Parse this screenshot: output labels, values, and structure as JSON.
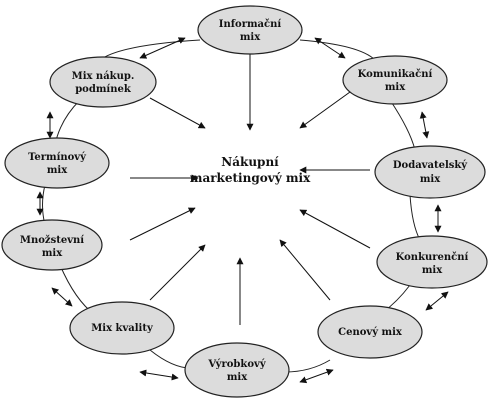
{
  "center": {
    "line1": "Nákupní",
    "line2": "marketingový mix"
  },
  "nodes": [
    {
      "id": "informacni",
      "line1": "Informační",
      "line2": "mix"
    },
    {
      "id": "komunikacni",
      "line1": "Komunikační",
      "line2": "mix"
    },
    {
      "id": "dodavatelsky",
      "line1": "Dodavatelský",
      "line2": "mix"
    },
    {
      "id": "konkurencni",
      "line1": "Konkurenční",
      "line2": "mix"
    },
    {
      "id": "cenovy",
      "line1": "Cenový mix",
      "line2": ""
    },
    {
      "id": "vyrobkovy",
      "line1": "Výrobkový",
      "line2": "mix"
    },
    {
      "id": "kvality",
      "line1": "Mix kvality",
      "line2": ""
    },
    {
      "id": "mnozstevni",
      "line1": "Množstevní",
      "line2": "mix"
    },
    {
      "id": "terminovy",
      "line1": "Termínový",
      "line2": "mix"
    },
    {
      "id": "nakup",
      "line1": "Mix nákup.",
      "line2": "podmínek"
    }
  ],
  "colors": {
    "node_fill": "#dcdcdc",
    "stroke": "#222222"
  }
}
